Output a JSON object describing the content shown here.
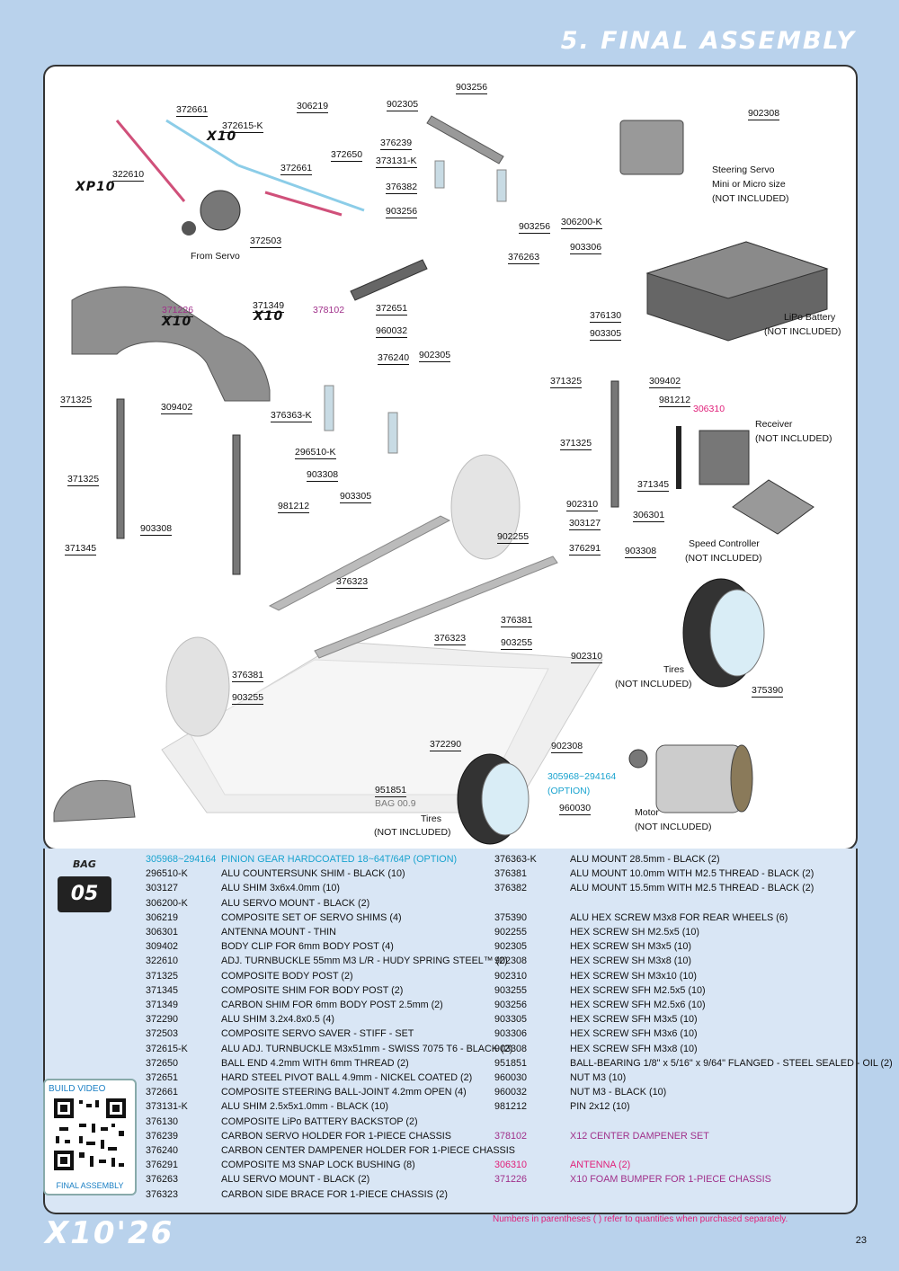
{
  "header": {
    "title": "5. FINAL ASSEMBLY"
  },
  "diagram": {
    "labels": {
      "372661a": "372661",
      "306219": "306219",
      "902305a": "902305",
      "903256a": "903256",
      "902308a": "902308",
      "372615k": "372615-K",
      "x10a": "X10",
      "372650": "372650",
      "376239": "376239",
      "373131k": "373131-K",
      "322610": "322610",
      "xp10": "XP10",
      "372661b": "372661",
      "steering_servo": "Steering Servo",
      "servo_size": "Mini or Micro size",
      "not_included_servo": "(NOT INCLUDED)",
      "376382": "376382",
      "903256b": "903256",
      "903256c": "903256",
      "306200k": "306200-K",
      "372503": "372503",
      "from_servo": "From Servo",
      "376263": "376263",
      "903306": "903306",
      "371226": "371226",
      "x10b": "X10",
      "371349": "371349",
      "x10c": "X10",
      "378102": "378102",
      "372651": "372651",
      "960032": "960032",
      "376130": "376130",
      "903305a": "903305",
      "lipo": "LiPo Battery",
      "not_included_lipo": "(NOT INCLUDED)",
      "376240": "376240",
      "902305b": "902305",
      "371325a": "371325",
      "309402a": "309402",
      "376363k": "376363-K",
      "371325b": "371325",
      "309402b": "309402",
      "981212a": "981212",
      "306310": "306310",
      "receiver": "Receiver",
      "not_included_rx": "(NOT INCLUDED)",
      "296510k": "296510-K",
      "371325c": "371325",
      "371325d": "371325",
      "903308a": "903308",
      "903305b": "903305",
      "371345a": "371345",
      "981212b": "981212",
      "902310a": "902310",
      "306301": "306301",
      "303127": "303127",
      "371345b": "371345",
      "903308b": "903308",
      "902255": "902255",
      "376291": "376291",
      "903308c": "903308",
      "speed_controller": "Speed Controller",
      "not_included_esc": "(NOT INCLUDED)",
      "376323a": "376323",
      "376381a": "376381",
      "376323b": "376323",
      "903255a": "903255",
      "902310b": "902310",
      "376381b": "376381",
      "tires_r": "Tires",
      "not_included_tires_r": "(NOT INCLUDED)",
      "375390": "375390",
      "903255b": "903255",
      "372290": "372290",
      "902308b": "902308",
      "305968": "305968~294164",
      "option": "(OPTION)",
      "951851": "951851",
      "bag009": "BAG 00.9",
      "960030": "960030",
      "motor": "Motor",
      "not_included_motor": "(NOT INCLUDED)",
      "tires_f": "Tires",
      "not_included_tires_f": "(NOT INCLUDED)"
    }
  },
  "bag": {
    "label": "BAG",
    "number": "05"
  },
  "parts_left": [
    {
      "code": "305968~294164",
      "desc": "PINION GEAR HARDCOATED 18~64T/64P (OPTION)"
    },
    {
      "code": "296510-K",
      "desc": "ALU COUNTERSUNK SHIM - BLACK (10)"
    },
    {
      "code": "303127",
      "desc": "ALU SHIM 3x6x4.0mm (10)"
    },
    {
      "code": "306200-K",
      "desc": "ALU SERVO MOUNT - BLACK (2)"
    },
    {
      "code": "306219",
      "desc": "COMPOSITE SET OF SERVO SHIMS (4)"
    },
    {
      "code": "306301",
      "desc": "ANTENNA MOUNT - THIN"
    },
    {
      "code": "309402",
      "desc": "BODY CLIP FOR 6mm BODY POST (4)"
    },
    {
      "code": "322610",
      "desc": "ADJ. TURNBUCKLE 55mm M3 L/R - HUDY SPRING STEEL™ (2)"
    },
    {
      "code": "371325",
      "desc": "COMPOSITE BODY POST (2)"
    },
    {
      "code": "371345",
      "desc": "COMPOSITE SHIM FOR BODY POST (2)"
    },
    {
      "code": "371349",
      "desc": "CARBON SHIM FOR 6mm BODY POST 2.5mm (2)"
    },
    {
      "code": "372290",
      "desc": "ALU SHIM 3.2x4.8x0.5 (4)"
    },
    {
      "code": "372503",
      "desc": "COMPOSITE SERVO SAVER - STIFF - SET"
    },
    {
      "code": "372615-K",
      "desc": "ALU ADJ. TURNBUCKLE M3x51mm - SWISS 7075 T6 - BLACK (2)"
    },
    {
      "code": "372650",
      "desc": "BALL END 4.2mm WITH 6mm THREAD (2)"
    },
    {
      "code": "372651",
      "desc": "HARD STEEL PIVOT BALL 4.9mm - NICKEL COATED (2)"
    },
    {
      "code": "372661",
      "desc": "COMPOSITE STEERING BALL-JOINT 4.2mm OPEN (4)"
    },
    {
      "code": "373131-K",
      "desc": "ALU SHIM 2.5x5x1.0mm - BLACK (10)"
    },
    {
      "code": "376130",
      "desc": "COMPOSITE LiPo BATTERY BACKSTOP (2)"
    },
    {
      "code": "376239",
      "desc": "CARBON SERVO HOLDER FOR 1-PIECE CHASSIS"
    },
    {
      "code": "376240",
      "desc": "CARBON CENTER DAMPENER HOLDER FOR 1-PIECE CHASSIS"
    },
    {
      "code": "376291",
      "desc": "COMPOSITE M3 SNAP LOCK BUSHING (8)"
    },
    {
      "code": "376263",
      "desc": "ALU SERVO MOUNT - BLACK (2)"
    },
    {
      "code": "376323",
      "desc": "CARBON SIDE BRACE FOR 1-PIECE CHASSIS (2)"
    }
  ],
  "parts_right": [
    {
      "code": "376363-K",
      "desc": "ALU MOUNT 28.5mm - BLACK (2)"
    },
    {
      "code": "376381",
      "desc": "ALU MOUNT 10.0mm WITH M2.5 THREAD - BLACK (2)"
    },
    {
      "code": "376382",
      "desc": "ALU MOUNT 15.5mm WITH M2.5 THREAD - BLACK (2)"
    },
    {
      "code": "",
      "desc": ""
    },
    {
      "code": "375390",
      "desc": "ALU HEX SCREW M3x8 FOR REAR WHEELS (6)"
    },
    {
      "code": "902255",
      "desc": "HEX SCREW SH M2.5x5  (10)"
    },
    {
      "code": "902305",
      "desc": "HEX SCREW SH M3x5  (10)"
    },
    {
      "code": "902308",
      "desc": "HEX SCREW SH M3x8  (10)"
    },
    {
      "code": "902310",
      "desc": "HEX SCREW SH M3x10  (10)"
    },
    {
      "code": "903255",
      "desc": "HEX SCREW SFH M2.5x5  (10)"
    },
    {
      "code": "903256",
      "desc": "HEX SCREW SFH M2.5x6  (10)"
    },
    {
      "code": "903305",
      "desc": "HEX SCREW SFH M3x5  (10)"
    },
    {
      "code": "903306",
      "desc": "HEX SCREW SFH M3x6  (10)"
    },
    {
      "code": "903308",
      "desc": "HEX SCREW SFH M3x8  (10)"
    },
    {
      "code": "951851",
      "desc": "BALL-BEARING 1/8\" x 5/16\" x 9/64\" FLANGED - STEEL SEALED - OIL (2)"
    },
    {
      "code": "960030",
      "desc": "NUT M3 (10)"
    },
    {
      "code": "960032",
      "desc": "NUT M3 - BLACK (10)"
    },
    {
      "code": "981212",
      "desc": "PIN 2x12  (10)"
    },
    {
      "code": "",
      "desc": ""
    },
    {
      "code": "378102",
      "desc": "X12 CENTER DAMPENER SET"
    },
    {
      "code": "",
      "desc": ""
    },
    {
      "code": "306310",
      "desc": "ANTENNA (2)"
    },
    {
      "code": "371226",
      "desc": "X10 FOAM BUMPER FOR 1-PIECE CHASSIS"
    }
  ],
  "qr": {
    "top_label": "BUILD VIDEO",
    "bottom_label": "FINAL ASSEMBLY"
  },
  "footer": {
    "footnote": "Numbers in parentheses ( ) refer to quantities when purchased separately.",
    "page": "23",
    "model": "X10'26"
  },
  "colors": {
    "background": "#b9d2ec",
    "purple": "#a0308a",
    "pink": "#e0207a",
    "cyan": "#19a3cf",
    "turnbuckle_red": "#d0507a",
    "turnbuckle_blue": "#8ccde8"
  }
}
